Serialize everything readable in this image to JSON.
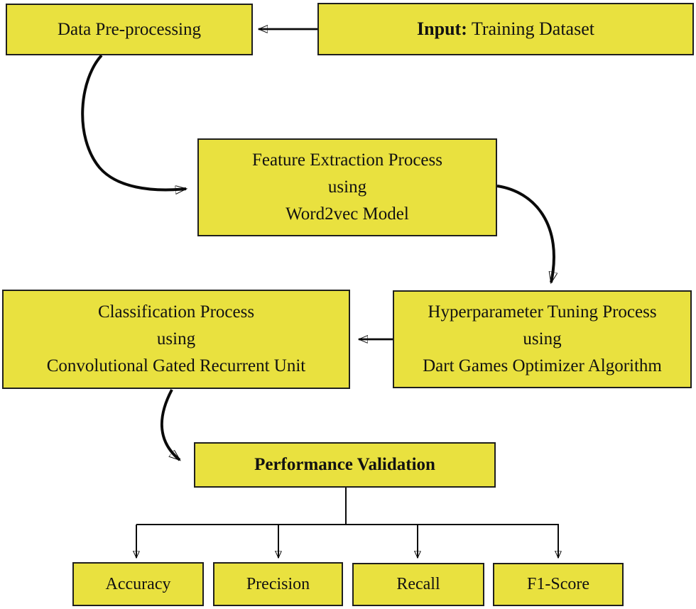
{
  "figure": {
    "type": "flowchart",
    "colors": {
      "background": "#ffffff",
      "box_fill": "#e9e13f",
      "box_border": "#1f1f1e",
      "arrow": "#0a0a0a",
      "text": "#121212"
    }
  },
  "nodes": {
    "input": {
      "prefix": "Input:",
      "label": " Training Dataset"
    },
    "preprocessing": {
      "label": "Data Pre-processing"
    },
    "feature": {
      "lines": [
        "Feature Extraction Process",
        "using",
        "Word2vec Model"
      ]
    },
    "classification": {
      "lines": [
        "Classification Process",
        "using",
        "Convolutional Gated Recurrent Unit"
      ]
    },
    "hyperparameter": {
      "lines": [
        "Hyperparameter Tuning Process",
        "using",
        "Dart Games Optimizer Algorithm"
      ]
    },
    "performance": {
      "label": "Performance Validation"
    },
    "metrics": [
      {
        "label": "Accuracy"
      },
      {
        "label": "Precision"
      },
      {
        "label": "Recall"
      },
      {
        "label": "F1-Score"
      }
    ]
  }
}
